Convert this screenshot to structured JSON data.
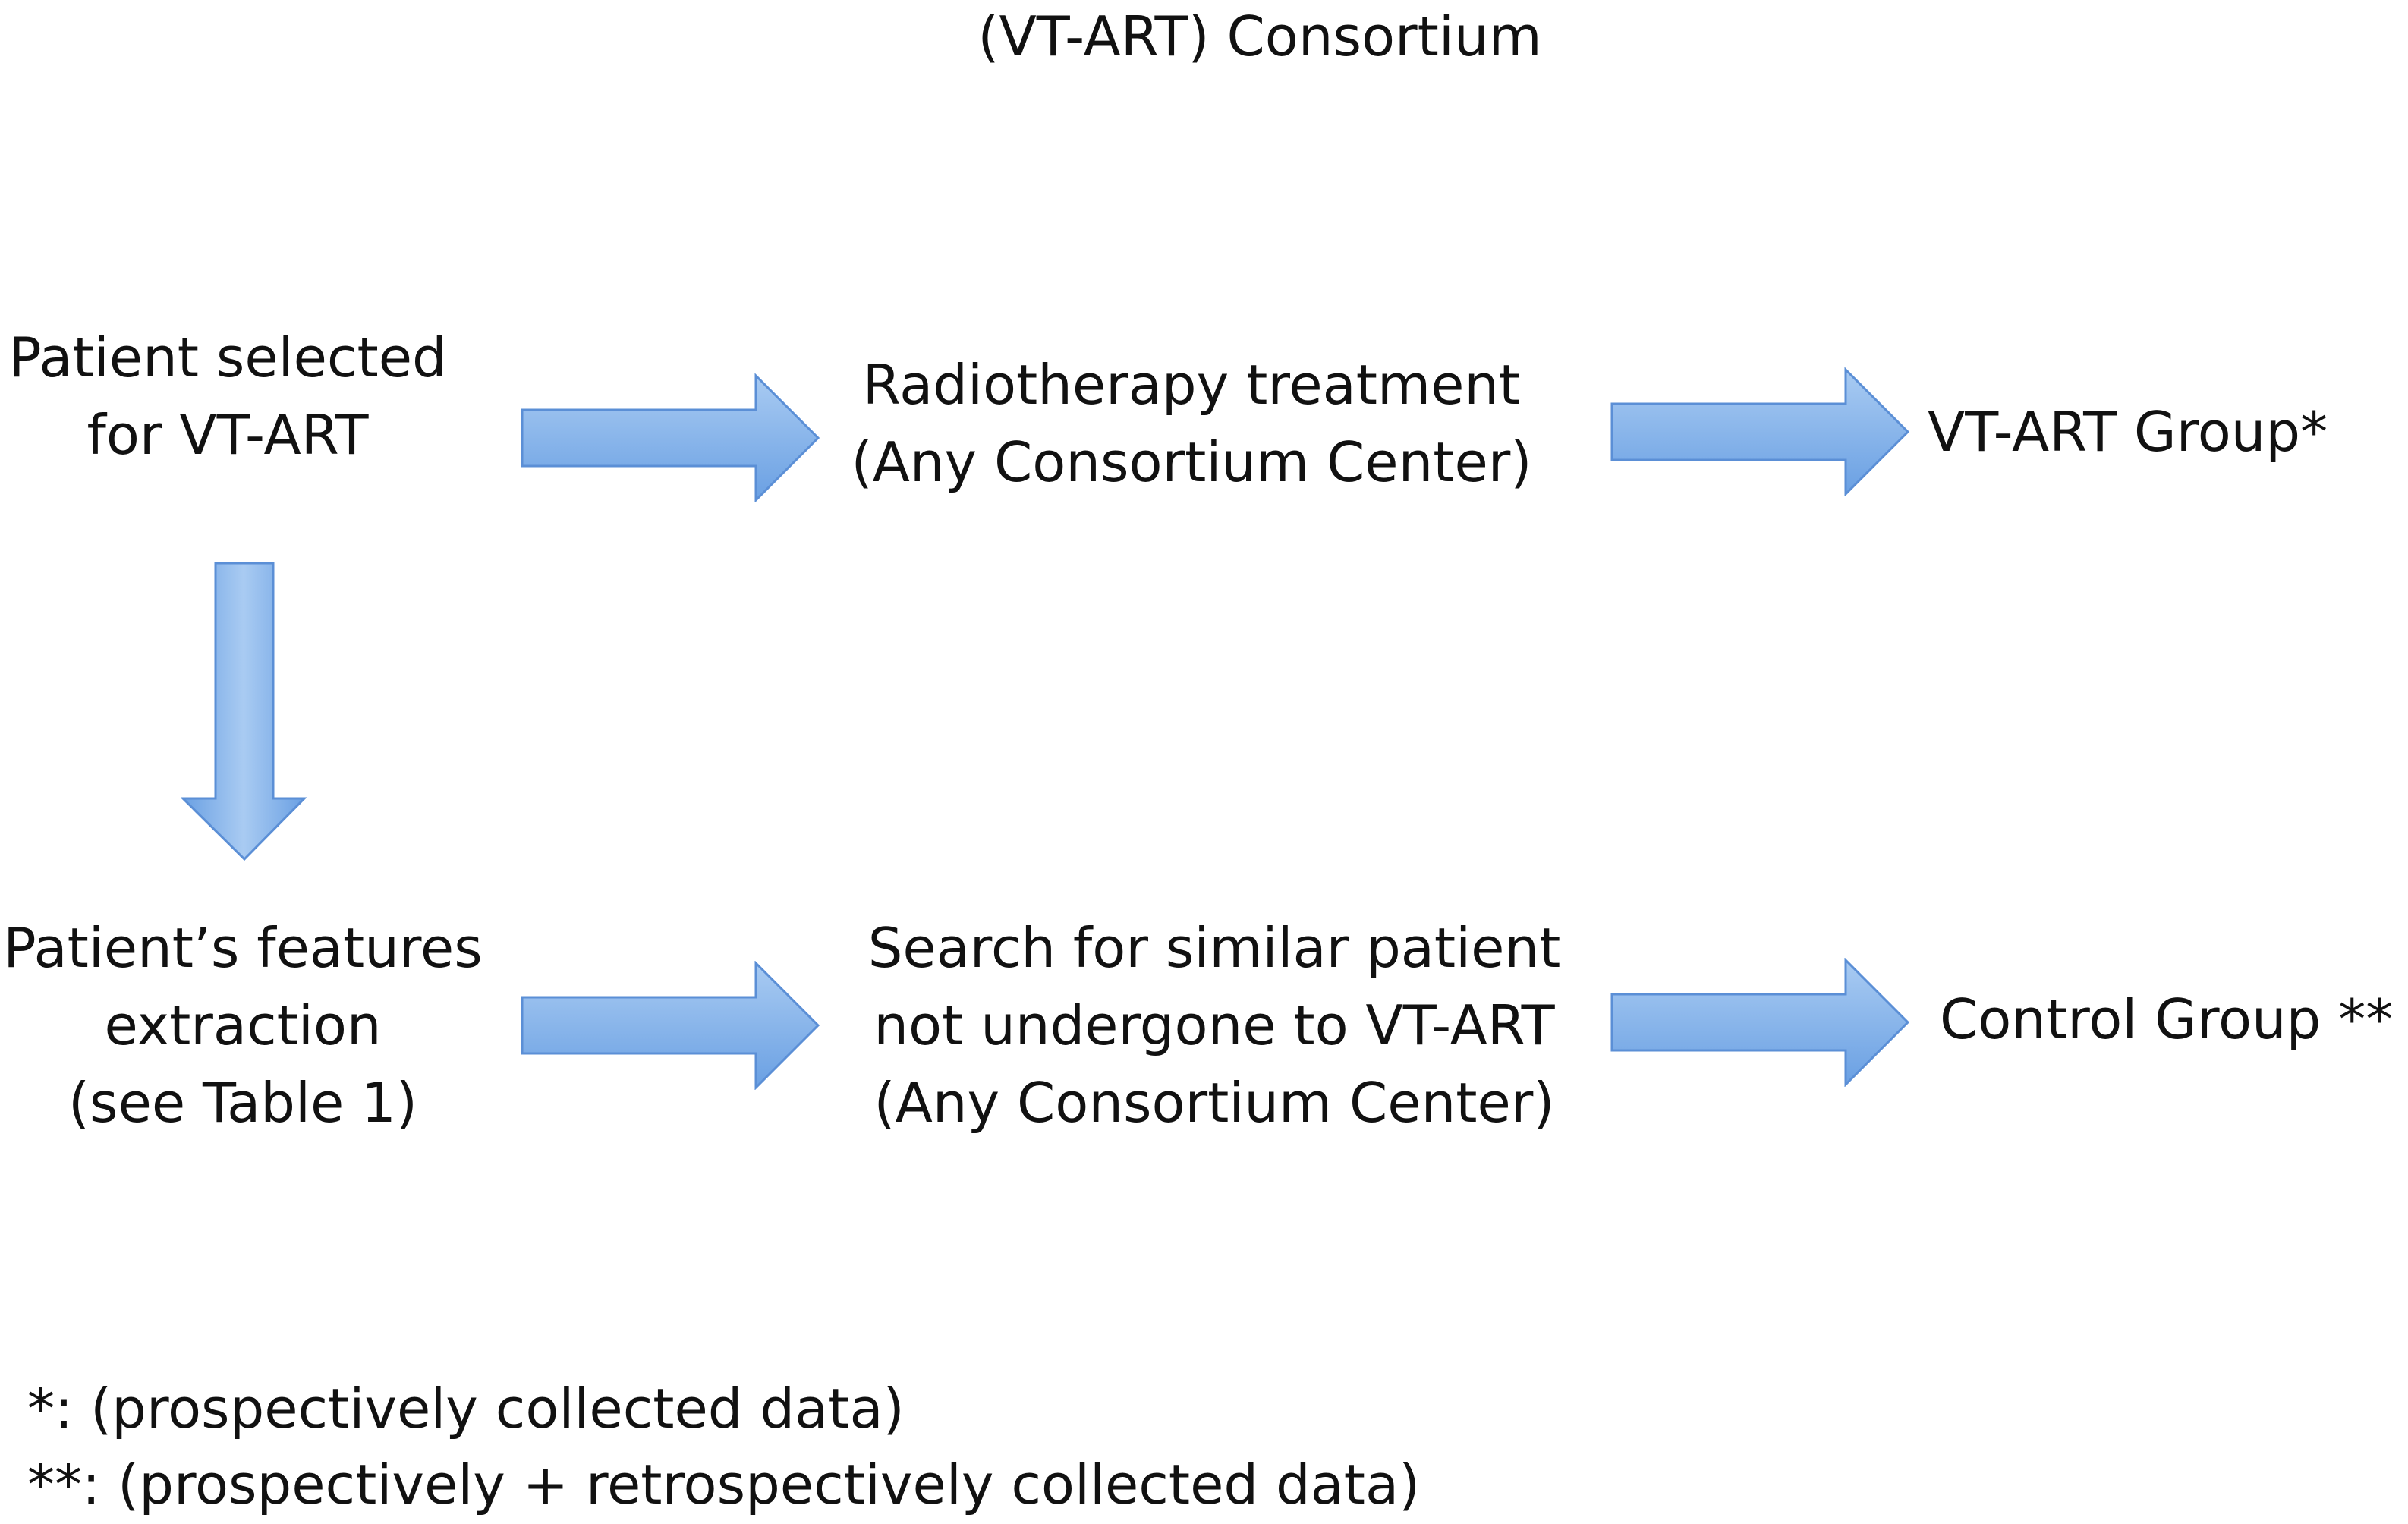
{
  "title": "(VT-ART) Consortium",
  "nodes": {
    "patient_selected": [
      "Patient selected",
      "for VT-ART"
    ],
    "radiotherapy": [
      "Radiotherapy treatment",
      "(Any Consortium Center)"
    ],
    "vtart_group": [
      "VT-ART Group*"
    ],
    "features": [
      "Patient’s features",
      "extraction",
      "(see Table 1)"
    ],
    "search": [
      "Search for similar patient",
      "not undergone to VT-ART",
      "(Any Consortium Center)"
    ],
    "control_group": [
      "Control Group **"
    ]
  },
  "footnotes": [
    "*: (prospectively collected data)",
    "**: (prospectively + retrospectively  collected data)"
  ],
  "colors": {
    "arrow_fill_light": "#a9cbf2",
    "arrow_fill_dark": "#6aa0e3",
    "arrow_stroke": "#5b8fd6"
  }
}
